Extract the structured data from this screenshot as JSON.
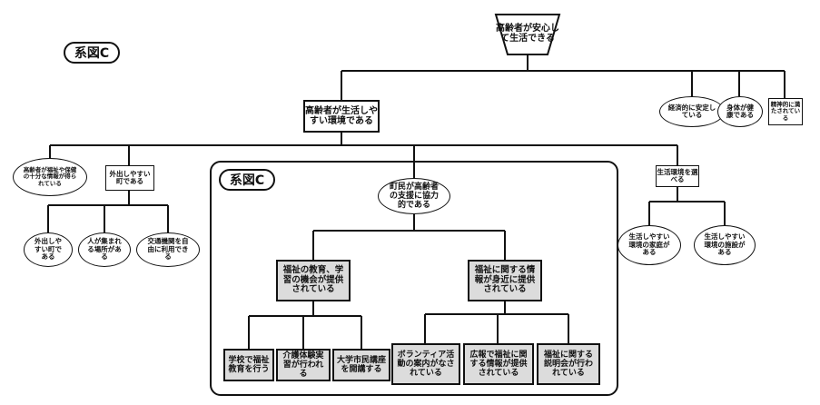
{
  "labels": {
    "outer": "系図C",
    "inner": "系図C"
  },
  "nodes": {
    "root": "高齢者が安心して生活できる",
    "level1_main": "高齢者が生活しやすい環境である",
    "econ": "経済的に安定している",
    "body": "身体が健康である",
    "mind": "精神的に満たされている",
    "info_enough": "高齢者が福祉や保健の十分な情報が得られている",
    "outgoing_town": "外出しやすい町である",
    "easy_out": "外出しやすい町である",
    "gather_place": "人が集まれる場所がある",
    "transport": "交通機関を自由に利用できる",
    "cooperation": "町民が高齢者の支援に協力的である",
    "env_choose": "生活環境を選べる",
    "easy_house": "生活しやすい環境の家庭がある",
    "easy_facility": "生活しやすい環境の施設がある",
    "edu_learning": "福祉の教育、学習の機会が提供されている",
    "info_nearby": "福祉に関する情報が身近に提供されている",
    "school": "学校で福祉教育を行う",
    "care_practice": "介護体験実習が行われる",
    "univ_lecture": "大学市民講座を開講する",
    "volunteer": "ボランティア活動の案内がなされている",
    "pr_info": "広報で福祉に関する情報が提供されている",
    "briefing": "福祉に関する説明会が行われている"
  }
}
